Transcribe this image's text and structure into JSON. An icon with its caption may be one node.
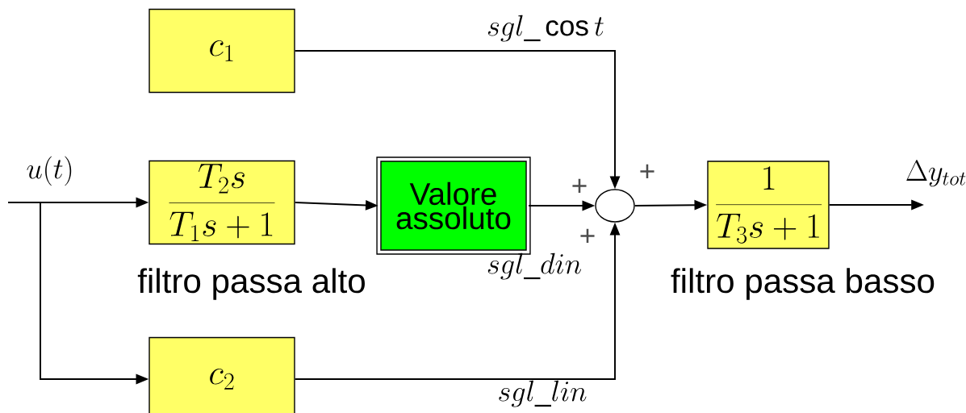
{
  "diagram": {
    "nodes": [
      {
        "text": [
          "c_1"
        ]
      },
      {
        "text": [
          "\\frac{T_2 s}{T_1 s+1}"
        ],
        "beside": [
          "filtro passa alto"
        ]
      },
      {
        "text": [
          "Valore assoluto"
        ]
      },
      {
        "text": [],
        "shape": "circle"
      },
      {
        "text": [
          "\\frac{1}{T_3 s+1}"
        ],
        "beside": [
          "filtro passa basso"
        ]
      },
      {
        "text": [
          "c_2"
        ]
      }
    ],
    "edges": [
      {
        "from": null,
        "to": 1,
        "arrow": "to",
        "label": "u(t)"
      },
      {
        "from": null,
        "to": 5,
        "arrow": "to"
      },
      {
        "from": 1,
        "to": 2,
        "arrow": "to"
      },
      {
        "from": 0,
        "to": 3,
        "arrow": "to",
        "label": "sgl\\_\\cos t"
      },
      {
        "from": 2,
        "to": 3,
        "arrow": "to",
        "label": "sgl\\_din"
      },
      {
        "from": 5,
        "to": 3,
        "arrow": "to",
        "label": "sgl\\_lin"
      },
      {
        "from": 3,
        "to": 4,
        "arrow": "to"
      },
      {
        "from": 4,
        "to": null,
        "arrow": "to",
        "label": "\\Delta y_{tot}"
      }
    ],
    "labels": [
      "+",
      "+",
      "+"
    ]
  }
}
